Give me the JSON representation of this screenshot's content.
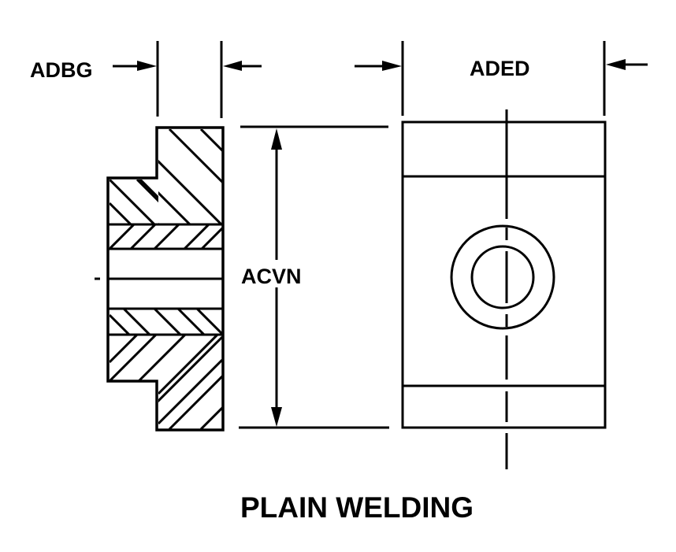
{
  "title": "PLAIN WELDING",
  "dimensions": {
    "thickness_label": "ADBG",
    "width_label": "ADED",
    "height_label": "ACVN"
  },
  "views": {
    "left": "section view (cross-hatched)",
    "right": "front view with concentric hole"
  },
  "colors": {
    "line": "#000000",
    "background": "#ffffff"
  }
}
